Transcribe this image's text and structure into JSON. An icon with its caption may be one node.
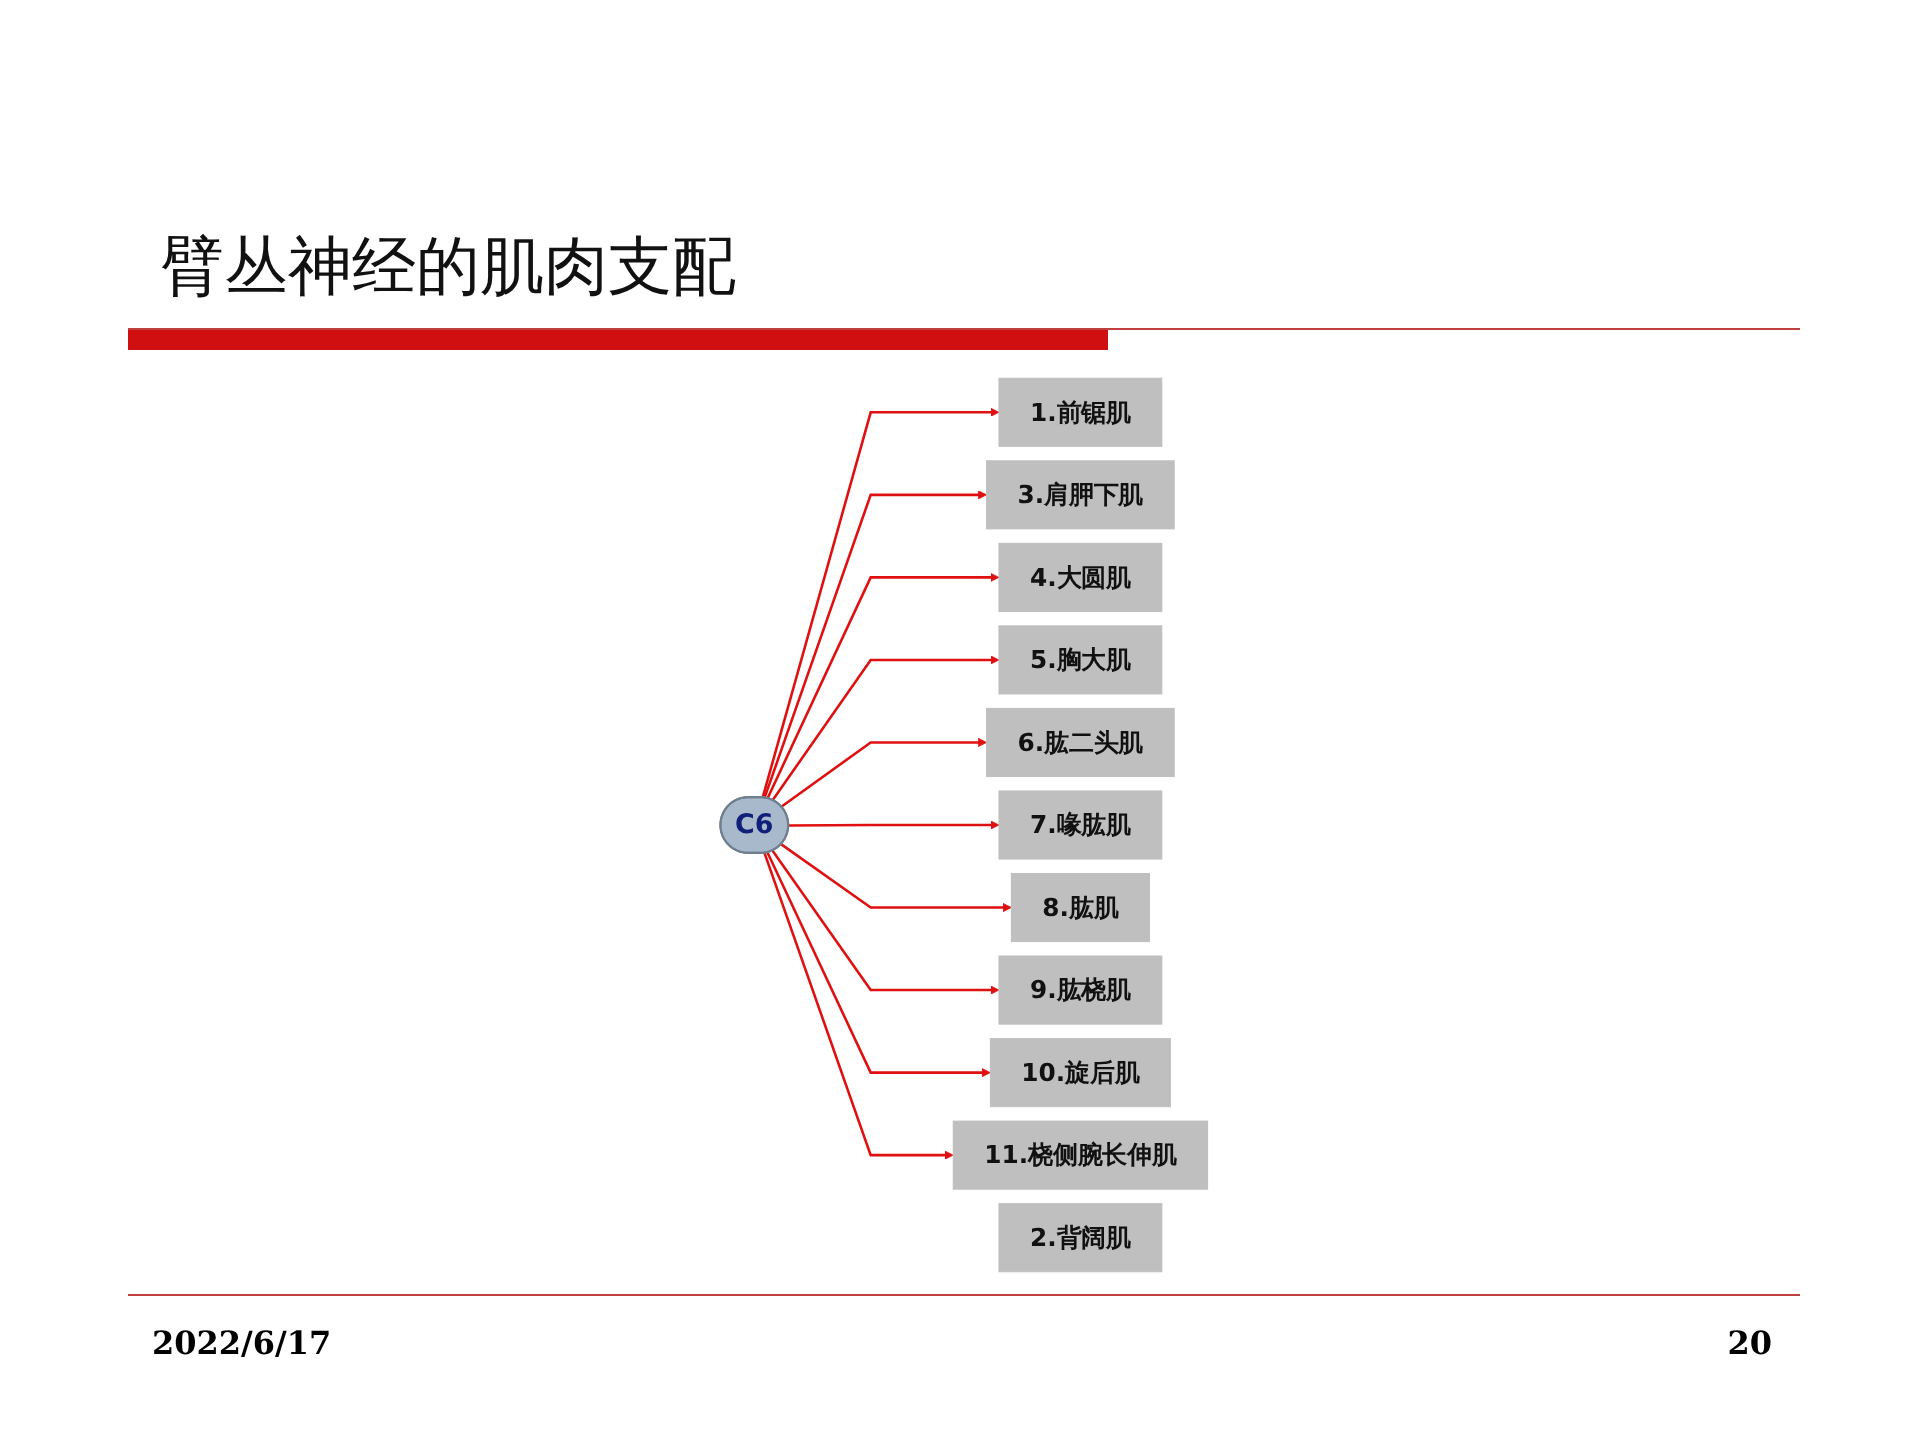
{
  "diagram": {
    "title": "臂丛神经的肌肉支配",
    "nodes": [
      {
        "text": [
          "C6"
        ]
      },
      {
        "text": [
          "1.前锯肌"
        ]
      },
      {
        "text": [
          "2.背阔肌"
        ]
      },
      {
        "text": [
          "3.肩胛下肌"
        ]
      },
      {
        "text": [
          "4.大圆肌"
        ]
      },
      {
        "text": [
          "5.胸大肌"
        ]
      },
      {
        "text": [
          "6.肱二头肌"
        ]
      },
      {
        "text": [
          "7.喙肱肌"
        ]
      },
      {
        "text": [
          "8.肱肌"
        ]
      },
      {
        "text": [
          "9.肱桡肌"
        ]
      },
      {
        "text": [
          "10.旋后肌"
        ]
      },
      {
        "text": [
          "11.桡侧腕长伸肌"
        ]
      }
    ],
    "edges": [
      {
        "from": 0,
        "to": 1,
        "arrow": "to"
      },
      {
        "from": 0,
        "to": 3,
        "arrow": "to"
      },
      {
        "from": 0,
        "to": 4,
        "arrow": "to"
      },
      {
        "from": 0,
        "to": 5,
        "arrow": "to"
      },
      {
        "from": 0,
        "to": 6,
        "arrow": "to"
      },
      {
        "from": 0,
        "to": 7,
        "arrow": "to"
      },
      {
        "from": 0,
        "to": 8,
        "arrow": "to"
      },
      {
        "from": 0,
        "to": 9,
        "arrow": "to"
      },
      {
        "from": 0,
        "to": 10,
        "arrow": "to"
      },
      {
        "from": 0,
        "to": 11,
        "arrow": "to"
      }
    ],
    "labels": [
      "2022/6/17",
      "20"
    ]
  }
}
